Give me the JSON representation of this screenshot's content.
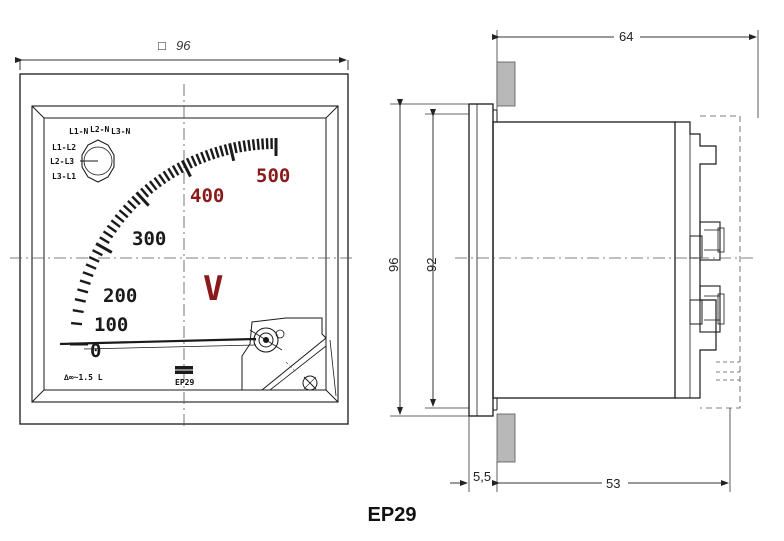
{
  "caption": "EP29",
  "front": {
    "width_label": "96",
    "square_symbol": "□",
    "scale_labels": [
      "0",
      "100",
      "200",
      "300",
      "400",
      "500"
    ],
    "unit": "V",
    "model": "EP29",
    "bottom_left_label": "∆∞~1.5 L",
    "switch_labels": [
      "L1-N",
      "L2-N",
      "L3-N",
      "L1-L2",
      "L2-L3",
      "L3-L1"
    ],
    "accent_color": "#8b1a1a",
    "line_color": "#1a1a1a"
  },
  "side": {
    "depth_label": "64",
    "height_outer_label": "96",
    "height_inner_label": "92",
    "panel_label": "5,5",
    "body_label": "53"
  }
}
